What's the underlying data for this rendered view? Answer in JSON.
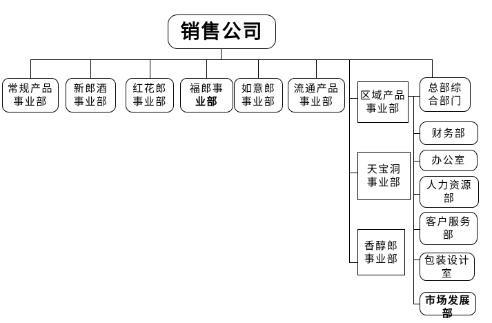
{
  "title": "销售公司",
  "top_row": [
    {
      "lines": [
        "常规产品",
        "事业部"
      ]
    },
    {
      "lines": [
        "新郎酒",
        "事业部"
      ]
    },
    {
      "lines": [
        "红花郎",
        "事业部"
      ]
    },
    {
      "lines": [
        "福郎事",
        "业部"
      ]
    },
    {
      "lines": [
        "如意郎",
        "事业部"
      ]
    },
    {
      "lines": [
        "流通产品",
        "事业部"
      ]
    }
  ],
  "middle_column": [
    {
      "lines": [
        "区域产品",
        "事业部"
      ]
    },
    {
      "lines": [
        "天宝洞",
        "事业部"
      ]
    },
    {
      "lines": [
        "香醇郎",
        "事业部"
      ]
    }
  ],
  "right_column": [
    {
      "lines": [
        "总部综",
        "合部门"
      ]
    },
    {
      "lines": [
        "财务部"
      ]
    },
    {
      "lines": [
        "办公室"
      ]
    },
    {
      "lines": [
        "人力资源",
        "部"
      ]
    },
    {
      "lines": [
        "客户服务",
        "部"
      ]
    },
    {
      "lines": [
        "包装设计",
        "室"
      ]
    },
    {
      "lines": [
        "市场发展",
        "部"
      ]
    }
  ],
  "colors": {
    "line": "#000000",
    "text": "#000000",
    "background": "#ffffff"
  }
}
